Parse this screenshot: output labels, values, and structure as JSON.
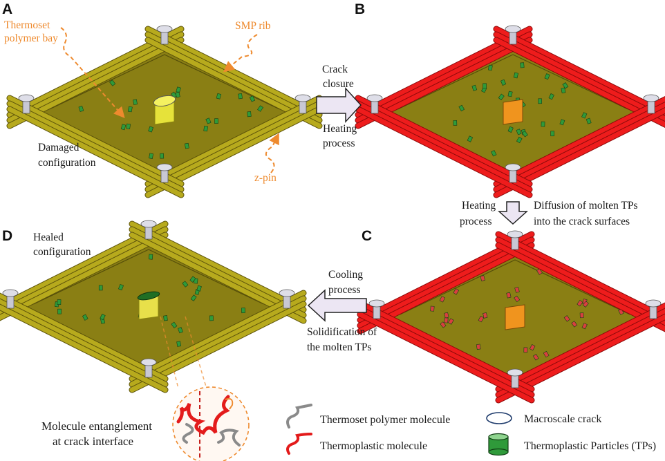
{
  "panels": {
    "a": {
      "letter": "A",
      "callouts": {
        "bay": [
          "Thermoset",
          "polymer bay"
        ],
        "rib": "SMP rib",
        "zpin": "z-pin"
      },
      "caption": [
        "Damaged",
        "configuration"
      ]
    },
    "b": {
      "letter": "B"
    },
    "c": {
      "letter": "C"
    },
    "d": {
      "letter": "D",
      "caption": [
        "Healed",
        "configuration"
      ]
    }
  },
  "arrows": {
    "ab": {
      "top": [
        "Crack",
        "closure"
      ],
      "bottom": [
        "Heating",
        "process"
      ]
    },
    "bc": {
      "left": [
        "Heating",
        "process"
      ],
      "right": [
        "Diffusion of molten TPs",
        "into the crack surfaces"
      ]
    },
    "cd": {
      "top": [
        "Cooling",
        "process"
      ],
      "bottom": [
        "Solidification of",
        "the molten TPs"
      ]
    }
  },
  "inset": {
    "label": [
      "Molecule entanglement",
      "at crack interface"
    ]
  },
  "legend": {
    "thermoset_molecule": "Thermoset polymer molecule",
    "thermoplastic_molecule": "Thermoplastic molecule",
    "macro_crack": "Macroscale crack",
    "particles": "Thermoplastic Particles (TPs)"
  },
  "colors": {
    "rib_olive": "#b7aa1d",
    "rib_red": "#ee1c1c",
    "bay": "#8a7f14",
    "crack_yellow": "#e6e23a",
    "crack_orange": "#f0941e",
    "particle_green": "#2f9a3a",
    "particle_red": "#d84040",
    "callout": "#ee8a2e",
    "arrow_fill": "#ece6f3"
  }
}
